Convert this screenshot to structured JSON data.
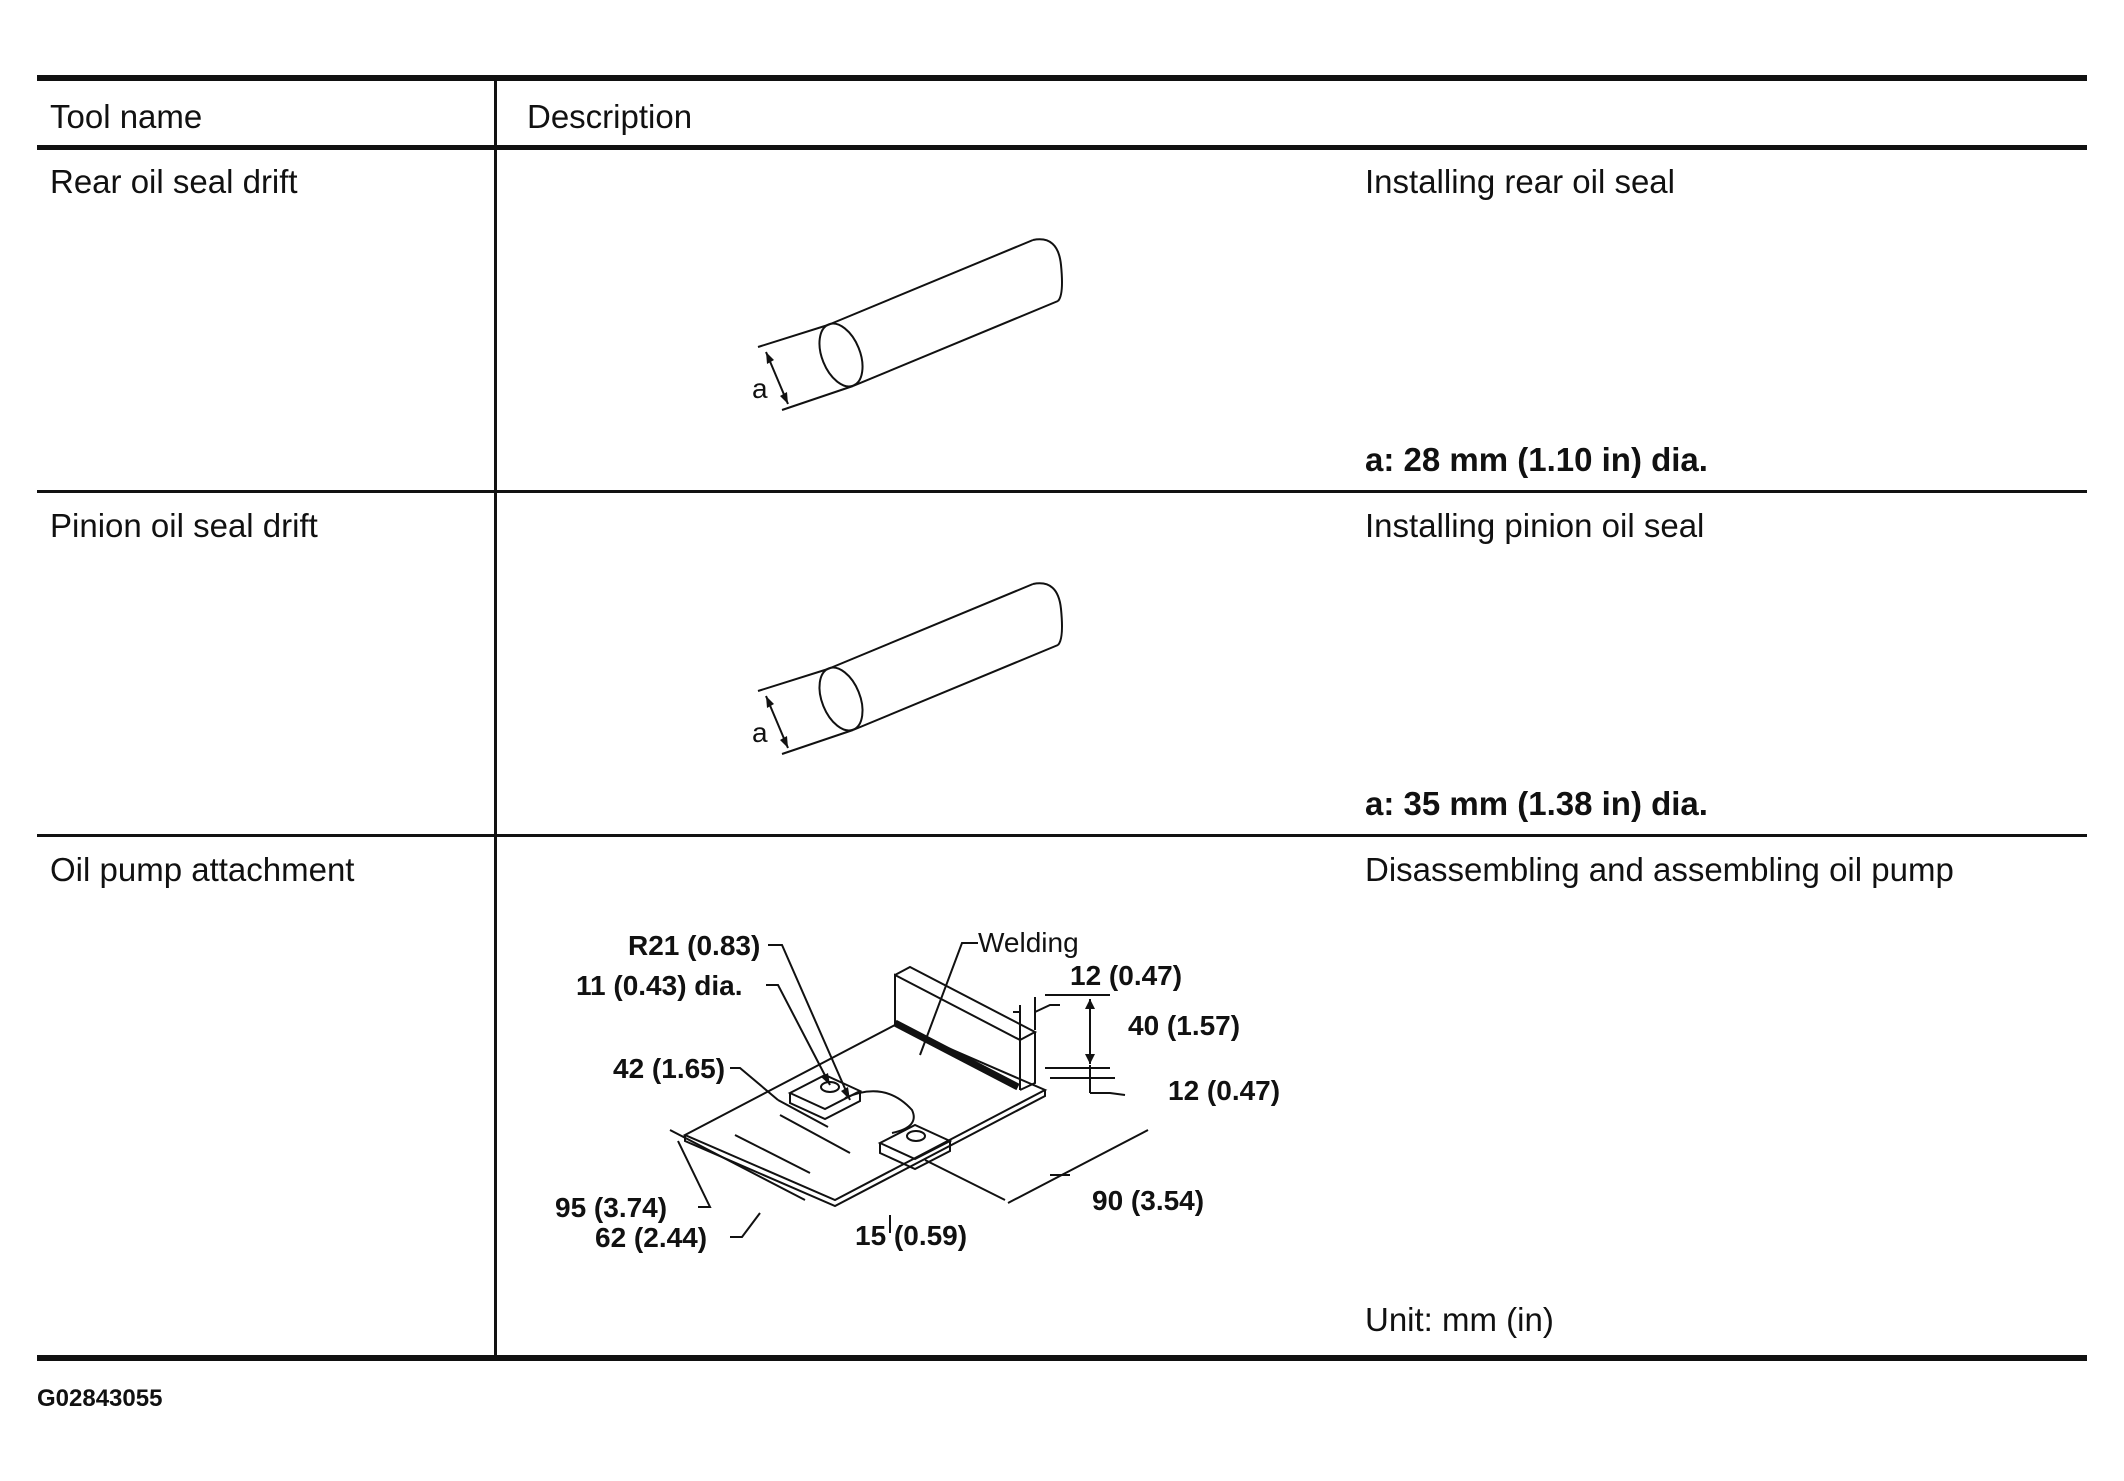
{
  "table": {
    "headers": {
      "tool_name": "Tool name",
      "description": "Description"
    },
    "rows": [
      {
        "tool_name": "Rear oil seal drift",
        "use": "Installing rear oil seal",
        "note": "a: 28 mm (1.10 in) dia.",
        "figure_labels": {
          "a": "a"
        }
      },
      {
        "tool_name": "Pinion oil seal drift",
        "use": "Installing pinion oil seal",
        "note": "a: 35 mm (1.38 in) dia.",
        "figure_labels": {
          "a": "a"
        }
      },
      {
        "tool_name": "Oil pump attachment",
        "use": "Disassembling and assembling oil pump",
        "note": "Unit: mm (in)",
        "figure_labels": {
          "r21": "R21 (0.83)",
          "hole": "11 (0.43) dia.",
          "welding": "Welding",
          "d12a": "12 (0.47)",
          "d40": "40 (1.57)",
          "d12b": "12 (0.47)",
          "d42": "42 (1.65)",
          "d95": "95 (3.74)",
          "d62": "62 (2.44)",
          "d15": "15 (0.59)",
          "d90": "90 (3.54)"
        }
      }
    ]
  },
  "figure_id": "G02843055"
}
